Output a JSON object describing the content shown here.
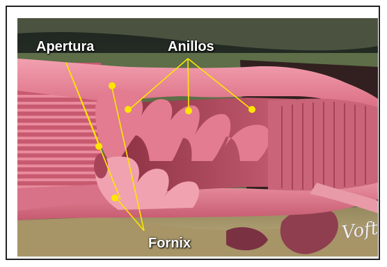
{
  "labels": {
    "apertura": "Apertura",
    "anillos": "Anillos",
    "fornix": "Fornix"
  },
  "signature": "Voft",
  "colors": {
    "tissue": "#dc6f84",
    "tissue_light": "#ef9ba8",
    "tissue_dark": "#aa4658",
    "sky": "#2d3528",
    "olive": "#5d6a45",
    "sand": "#b7a173",
    "pointer": "#ffe600"
  }
}
